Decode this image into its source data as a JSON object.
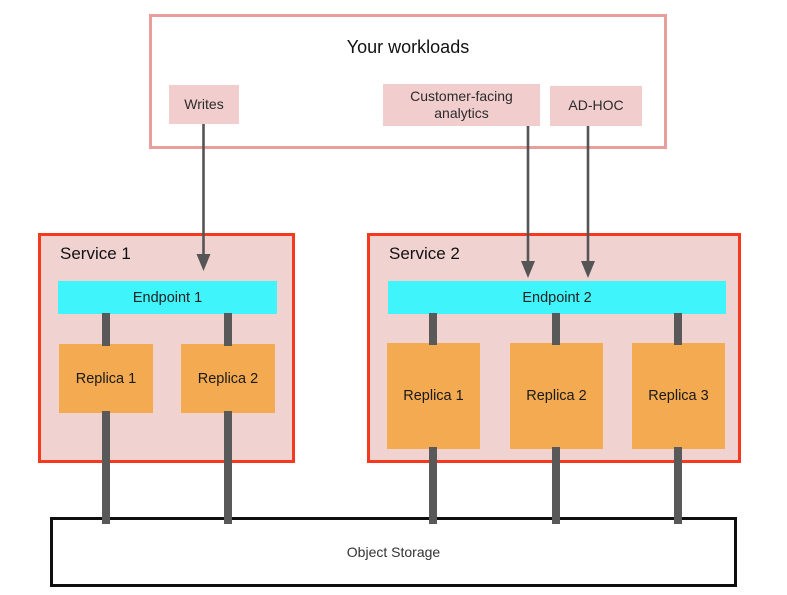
{
  "workloads": {
    "title": "Your workloads",
    "items": [
      {
        "label": "Writes"
      },
      {
        "label": "Customer-facing analytics"
      },
      {
        "label": "AD-HOC"
      }
    ]
  },
  "services": [
    {
      "name": "Service 1",
      "endpoint": {
        "label": "Endpoint 1"
      },
      "replicas": [
        {
          "label": "Replica 1"
        },
        {
          "label": "Replica 2"
        }
      ]
    },
    {
      "name": "Service 2",
      "endpoint": {
        "label": "Endpoint 2"
      },
      "replicas": [
        {
          "label": "Replica 1"
        },
        {
          "label": "Replica 2"
        },
        {
          "label": "Replica 3"
        }
      ]
    }
  ],
  "storage": {
    "label": "Object Storage"
  },
  "colors": {
    "workloads_panel_border": "#e89e9a",
    "workload_chip_fill": "#f1cecd",
    "service_border": "#f4391e",
    "service_fill": "#f0d2d1",
    "endpoint_fill": "#40f4fb",
    "replica_fill": "#f3aa50",
    "connector_gray": "#595959",
    "arrow_gray": "#555555",
    "storage_border": "#0f0f0f"
  }
}
